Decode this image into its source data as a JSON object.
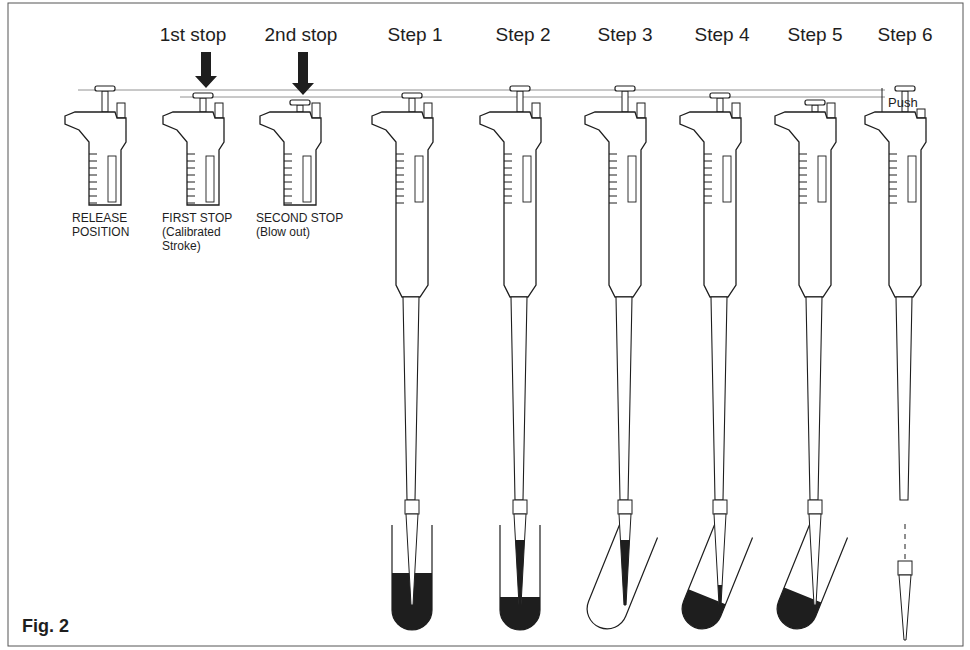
{
  "diagram": {
    "caption": "Fig. 2",
    "labels": [
      "1st stop",
      "2nd stop",
      "Step 1",
      "Step 2",
      "Step 3",
      "Step 4",
      "Step 5",
      "Step 6",
      "RELEASE POSITION",
      "FIRST STOP (Calibrated Stroke)",
      "SECOND STOP (Blow out)",
      "Push"
    ]
  }
}
